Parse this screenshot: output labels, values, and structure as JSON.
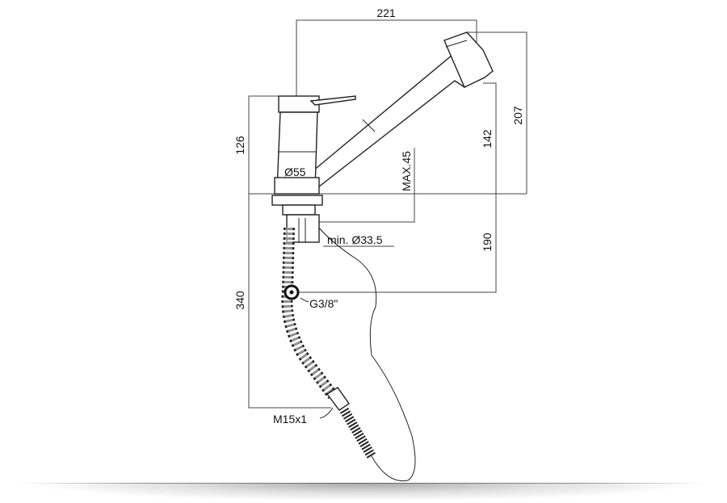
{
  "dimensions": {
    "total_reach": "221",
    "total_height": "207",
    "spout_height": "142",
    "body_height": "126",
    "deck_thickness": "MAX.45",
    "body_diameter": "Ø55",
    "hole_diameter": "min. Ø33.5",
    "inlet_depth": "190",
    "hose_length": "340",
    "inlet_thread": "G3/8\"",
    "hose_thread": "M15x1"
  }
}
